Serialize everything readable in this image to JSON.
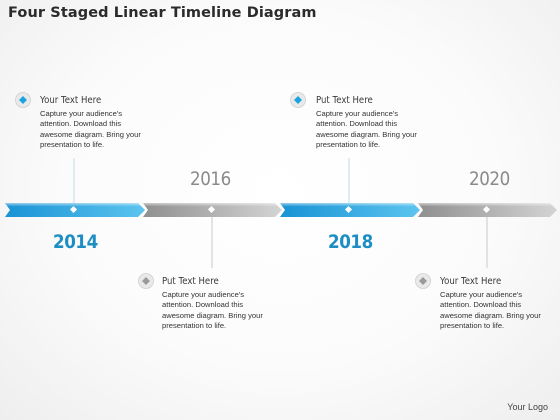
{
  "title": "Four Staged Linear Timeline Diagram",
  "years": [
    "2014",
    "2016",
    "2018",
    "2020"
  ],
  "cards": [
    {
      "heading": "Your Text Here",
      "body": "Capture your audience's attention. Download this awesome diagram. Bring your presentation to life.",
      "theme": "blue"
    },
    {
      "heading": "Put Text Here",
      "body": "Capture your audience's attention. Download this awesome diagram. Bring your presentation to life.",
      "theme": "gray"
    },
    {
      "heading": "Put Text Here",
      "body": "Capture your audience's attention. Download this awesome diagram. Bring your presentation to life.",
      "theme": "blue"
    },
    {
      "heading": "Your Text Here",
      "body": "Capture your audience's attention. Download this awesome diagram. Bring your presentation to life.",
      "theme": "gray"
    }
  ],
  "logo": "Your Logo",
  "colors": {
    "blue_segment": "#1aa3e0",
    "gray_segment": "#a8a8a8",
    "blue_year": "#1d8ec4",
    "gray_year": "#8a8a8a"
  }
}
